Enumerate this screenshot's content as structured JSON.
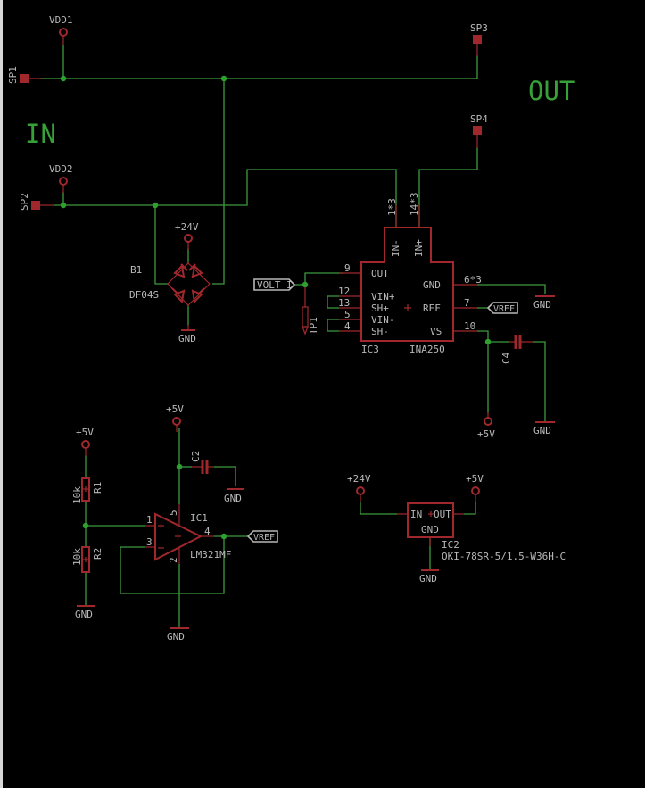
{
  "schematic": {
    "title_in": "IN",
    "title_out": "OUT",
    "colors": {
      "background": "#000000",
      "wire": "#3c9a3c",
      "junction": "#2ea02e",
      "part": "#a0282c",
      "text": "#b8b8b8",
      "net_text": "#38a038"
    },
    "pads": {
      "sp1": "SP1",
      "sp2": "SP2",
      "sp3": "SP3",
      "sp4": "SP4"
    },
    "supplies": {
      "vdd1": "VDD1",
      "vdd2": "VDD2",
      "p24v_bridge": "+24V",
      "p24v_reg": "+24V",
      "p5v_ic3": "+5V",
      "p5v_r1": "+5V",
      "p5v_ic1": "+5V",
      "p5v_reg": "+5V",
      "gnd_bridge": "GND",
      "gnd_ic3": "GND",
      "gnd_c4": "GND",
      "gnd_c2": "GND",
      "gnd_r2": "GND",
      "gnd_ic1": "GND",
      "gnd_reg": "GND"
    },
    "bridge": {
      "name": "B1",
      "value": "DF04S"
    },
    "ic3": {
      "name": "IC3",
      "value": "INA250",
      "pins": {
        "in_minus": "IN-",
        "in_plus": "IN+",
        "out": "OUT",
        "vin_plus": "VIN+",
        "sh_plus": "SH+",
        "vin_minus": "VIN-",
        "sh_minus": "SH-",
        "gnd": "GND",
        "ref": "REF",
        "vs": "VS"
      },
      "pin_numbers": {
        "in_minus": "1*3",
        "in_plus": "14*3",
        "out": "9",
        "vin_plus": "12",
        "sh_plus": "13",
        "vin_minus": "5",
        "sh_minus": "4",
        "gnd": "6*3",
        "ref": "7",
        "vs": "10"
      }
    },
    "testpoint": {
      "name": "TP1"
    },
    "net_labels": {
      "volt_i": "VOLT_I",
      "vref_ic3": "VREF",
      "vref_ic1": "VREF"
    },
    "c4": {
      "name": "C4"
    },
    "c2": {
      "name": "C2"
    },
    "r1": {
      "name": "R1",
      "value": "10k"
    },
    "r2": {
      "name": "R2",
      "value": "10k"
    },
    "ic1": {
      "name": "IC1",
      "value": "LM321MF",
      "pin_numbers": {
        "in_plus": "1",
        "in_minus": "3",
        "out": "4",
        "vcc": "5",
        "gnd": "2"
      }
    },
    "ic2": {
      "name": "IC2",
      "value": "OKI-78SR-5/1.5-W36H-C",
      "pins": {
        "in": "IN",
        "out": "OUT",
        "gnd": "GND"
      }
    }
  }
}
